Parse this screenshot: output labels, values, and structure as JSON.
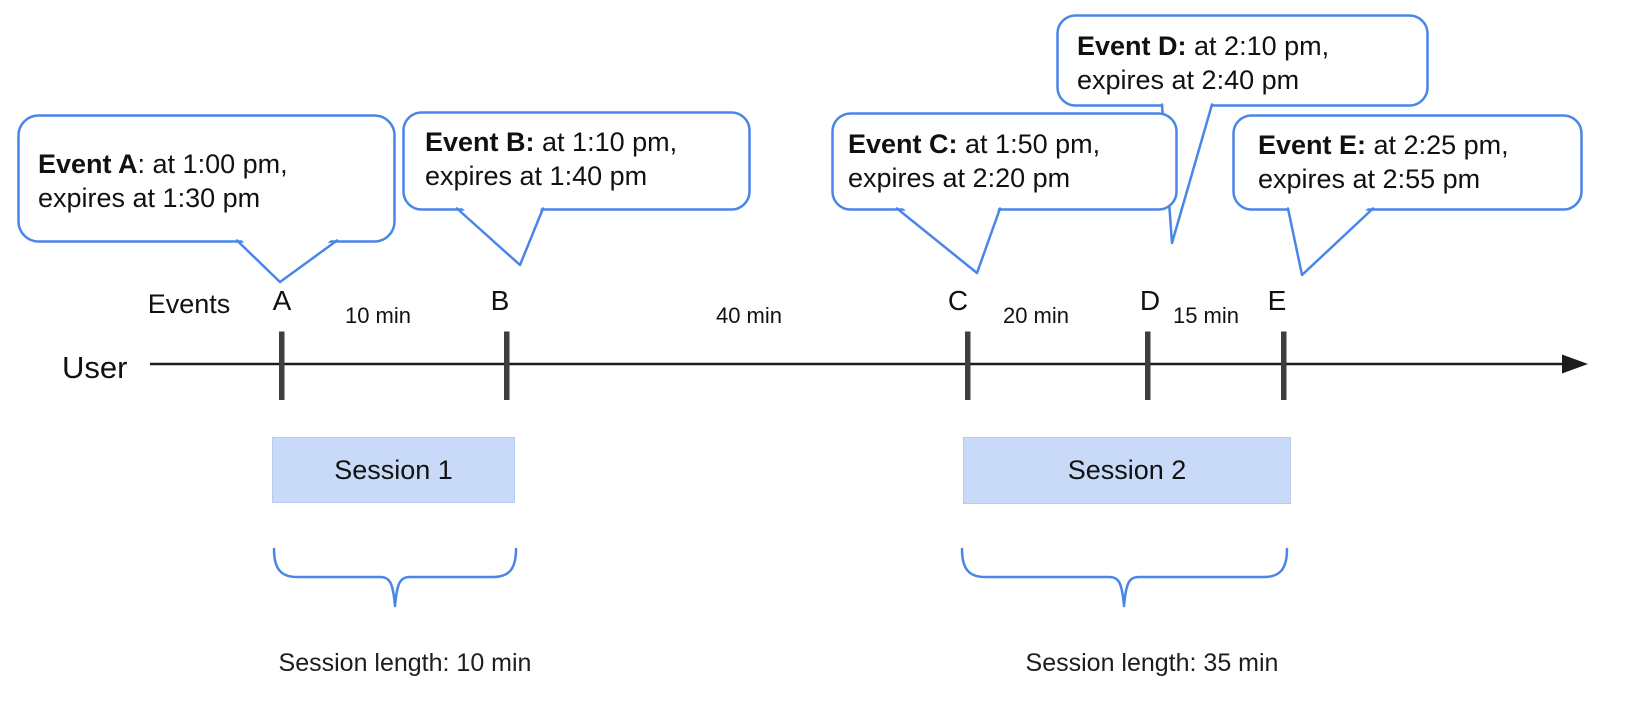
{
  "axis": {
    "events_label": "Events",
    "user_label": "User"
  },
  "ticks": [
    {
      "letter": "A"
    },
    {
      "letter": "B"
    },
    {
      "letter": "C"
    },
    {
      "letter": "D"
    },
    {
      "letter": "E"
    }
  ],
  "gaps": [
    {
      "label": "10 min"
    },
    {
      "label": "40 min"
    },
    {
      "label": "20 min"
    },
    {
      "label": "15 min"
    }
  ],
  "bubbles": [
    {
      "bold": "Event A",
      "rest": ": at 1:00 pm,",
      "line2": "expires at 1:30 pm"
    },
    {
      "bold": "Event B:",
      "rest": " at 1:10 pm,",
      "line2": "expires at 1:40 pm"
    },
    {
      "bold": "Event C:",
      "rest": " at 1:50 pm,",
      "line2": "expires at 2:20 pm"
    },
    {
      "bold": "Event D:",
      "rest": " at 2:10 pm,",
      "line2": "expires at 2:40 pm"
    },
    {
      "bold": "Event E:",
      "rest": " at 2:25 pm,",
      "line2": "expires at 2:55 pm"
    }
  ],
  "sessions": [
    {
      "label": "Session 1",
      "length_label": "Session length: 10 min"
    },
    {
      "label": "Session 2",
      "length_label": "Session length: 35 min"
    }
  ],
  "colors": {
    "accent_blue": "#4a86e8",
    "session_fill": "#c9daf8",
    "line_black": "#1c1c1c",
    "tick_gray": "#3f3f3f",
    "text_black": "#111111"
  }
}
